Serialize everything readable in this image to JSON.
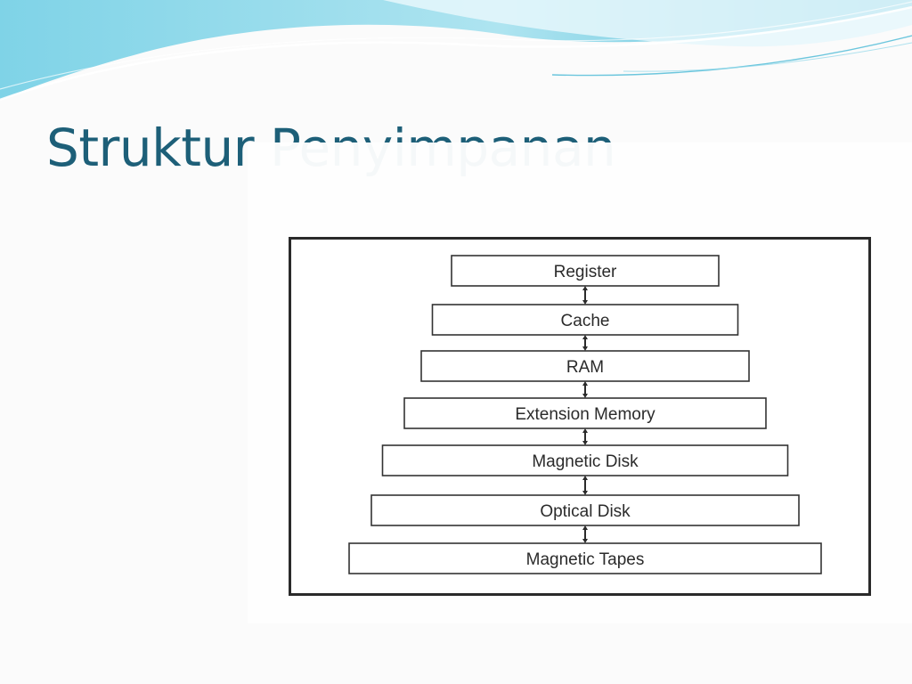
{
  "slide": {
    "title": "Struktur Penyimpanan",
    "colors": {
      "title": "#1d5f78",
      "wave_light": "#bfe9f3",
      "wave_mid": "#7fd3e7",
      "wave_dark": "#49b9d6"
    }
  },
  "diagram": {
    "levels": [
      "Register",
      "Cache",
      "RAM",
      "Extension Memory",
      "Magnetic Disk",
      "Optical Disk",
      "Magnetic Tapes"
    ],
    "connector": "bidirectional-arrow"
  }
}
